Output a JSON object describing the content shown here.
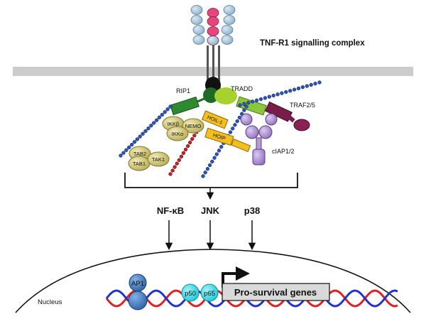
{
  "title": "TNF-R1 signalling complex",
  "proteins": {
    "rip1": "RIP1",
    "tradd": "TRADD",
    "traf": "TRAF2/5",
    "ikkb": "IKKβ",
    "nemo": "NEMO",
    "ikka": "IKKα",
    "tab2": "TAB2",
    "tab1": "TAB1",
    "tak1": "TAK1",
    "hoil": "HOIL-1",
    "hoip": "HOIP",
    "ciap": "cIAP1/2"
  },
  "pathways": {
    "nfkb": "NF-κB",
    "jnk": "JNK",
    "p38": "p38"
  },
  "nucleus": {
    "label": "Nucleus",
    "ap1": "AP1",
    "p50": "p50",
    "p65": "p65",
    "genes": "Pro-survival genes"
  },
  "colors": {
    "membrane": "#c9c9c9",
    "receptor_blue": "#9fbfd6",
    "receptor_pink": "#e8457c",
    "rip1_dark_green": "#1f6a24",
    "tradd_light_green": "#9ccc2e",
    "traf_maroon": "#7a1c4a",
    "ikk_khaki": "#d9cf7a",
    "hoil_orange": "#f3be1e",
    "ciap_purple": "#b79bd6",
    "ubiquitin_blue": "#2656c9",
    "ubiquitin_red": "#d21f1f",
    "dna_red": "#e02020",
    "dna_blue": "#2233cc",
    "p50_p65_cyan": "#33d9e6",
    "ap1_blue": "#3d7bc4"
  }
}
